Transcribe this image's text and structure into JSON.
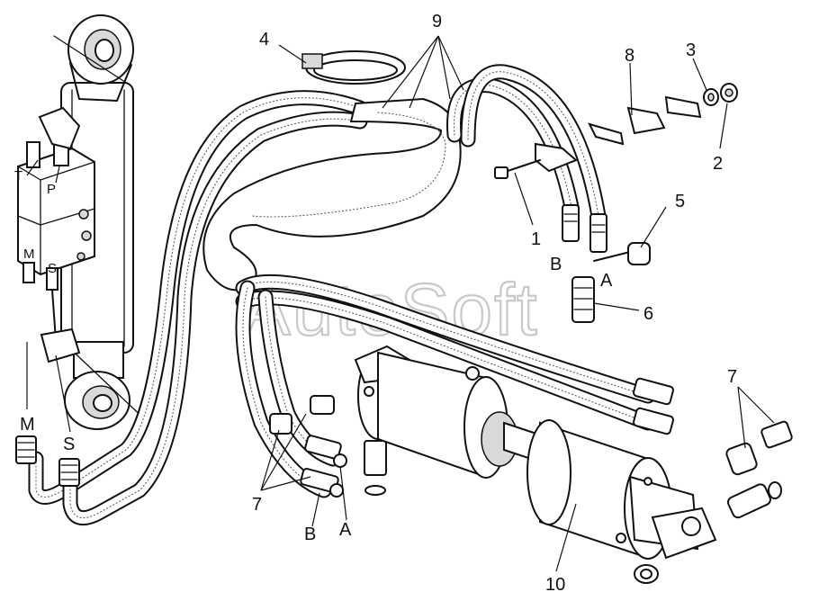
{
  "diagram": {
    "watermark": "AutoSoft",
    "callouts": {
      "n1": "1",
      "n2": "2",
      "n3": "3",
      "n4": "4",
      "n5": "5",
      "n6": "6",
      "n7_left": "7",
      "n7_right": "7",
      "n8": "8",
      "n9": "9",
      "n10": "10"
    },
    "port_labels": {
      "T": "T",
      "P": "P",
      "M_valve": "M",
      "S_valve": "S",
      "M_line": "M",
      "S_line": "S",
      "B_top": "B",
      "A_top": "A",
      "B_bottom": "B",
      "A_bottom": "A"
    }
  }
}
